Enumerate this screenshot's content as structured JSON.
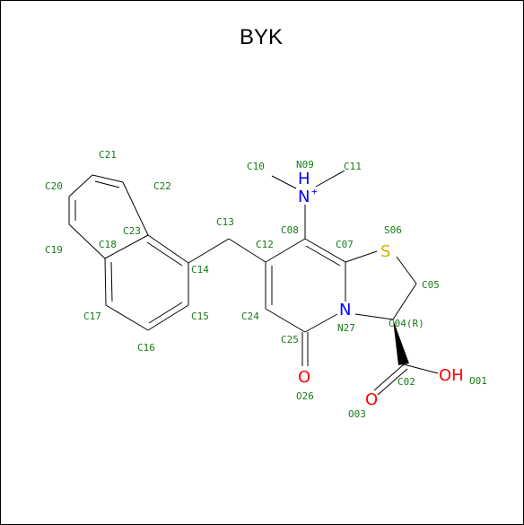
{
  "title": "BYK",
  "colors": {
    "bond": "#000000",
    "label": "#1a7a1a",
    "nitrogen": "#0000ff",
    "oxygen": "#ff0000",
    "sulfur": "#c8b400"
  },
  "atom_labels": {
    "c21": "C21",
    "c22": "C22",
    "c20": "C20",
    "c23": "C23",
    "c19": "C19",
    "c18": "C18",
    "c14": "C14",
    "c17": "C17",
    "c16": "C16",
    "c15": "C15",
    "c13": "C13",
    "c12": "C12",
    "c08": "C08",
    "c07": "C07",
    "c24": "C24",
    "c25": "C25",
    "o26": "O26",
    "n09": "N09",
    "c10": "C10",
    "c11": "C11",
    "s06": "S06",
    "c05": "C05",
    "n27": "N27",
    "c04": "C04(R)",
    "c02": "C02",
    "o03": "O03",
    "o001": "O01"
  },
  "atom_symbols": {
    "n_ammonium": "N",
    "n_h": "H",
    "n_charge": "+",
    "n_ring": "N",
    "s_ring": "S",
    "o_keto": "O",
    "o_carbonyl": "O",
    "o_hydroxyl": "OH"
  }
}
